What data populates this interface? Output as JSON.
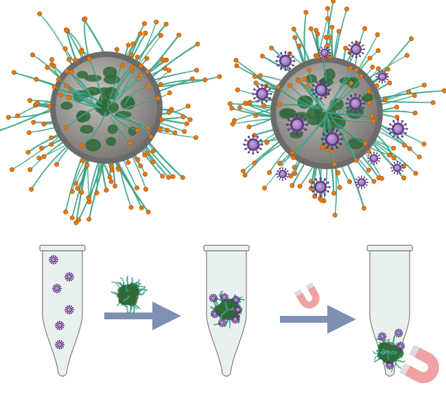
{
  "figure": {
    "panels": [
      {
        "name": "functionalized-magnetic-bead"
      },
      {
        "name": "bead-with-captured-viruses"
      }
    ],
    "workflow": {
      "tubes": [
        {
          "name": "sample-tube-viruses",
          "step": 1
        },
        {
          "name": "tube-beads-binding",
          "step": 2
        },
        {
          "name": "tube-magnetic-separation",
          "step": 3
        }
      ],
      "arrows": [
        {
          "name": "add-beads-arrow",
          "icon": "bead-icon"
        },
        {
          "name": "apply-magnet-arrow",
          "icon": "magnet-icon"
        }
      ]
    },
    "colors": {
      "bead_outer": "#6b6b6b",
      "bead_inner": "#9c9894",
      "polymer_strand": "#2f9a7f",
      "strand_tip": "#e07a16",
      "green_blob": "#2f6a3a",
      "virus_ring": "#5b3a7e",
      "virus_core": "#a47cc6",
      "arrow": "#8090b2",
      "magnet_pink": "#f0a3a5",
      "magnet_gray": "#dcdcdc",
      "tube_fill": "#e8f1ef",
      "tube_stroke": "#7a7a7a"
    }
  }
}
